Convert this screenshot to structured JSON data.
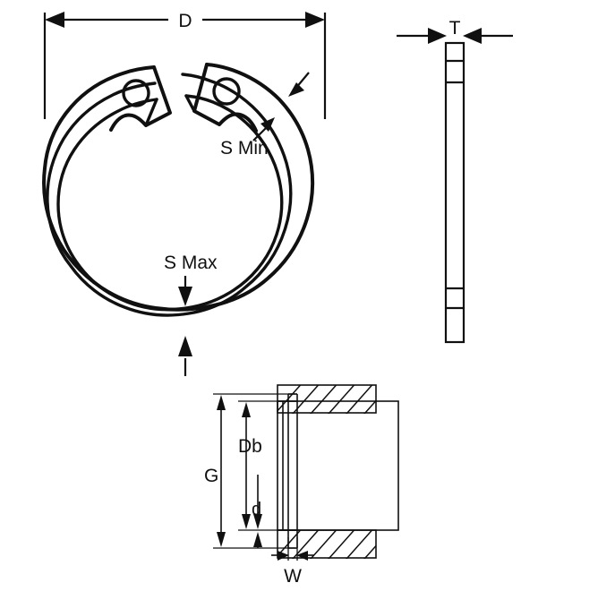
{
  "drawing": {
    "title": "Internal Retaining Ring Dimensional Diagram",
    "background_color": "#ffffff",
    "line_color": "#101010",
    "views": {
      "front": {
        "name": "front-view-retaining-ring",
        "description": "Internal circlip / retaining ring front view with two lug holes and gap at top"
      },
      "side": {
        "name": "side-view-retaining-ring",
        "description": "Edge-on side view of retaining ring showing thickness"
      },
      "section": {
        "name": "section-view-housing-groove",
        "description": "Cross section of housing bore with groove showing ring installed"
      }
    },
    "labels": {
      "d_outer": "D",
      "s_min": "S Min",
      "s_max": "S Max",
      "thickness": "T",
      "groove_g": "G",
      "bore_db": "Db",
      "depth_d": "d",
      "width_w": "W"
    }
  }
}
